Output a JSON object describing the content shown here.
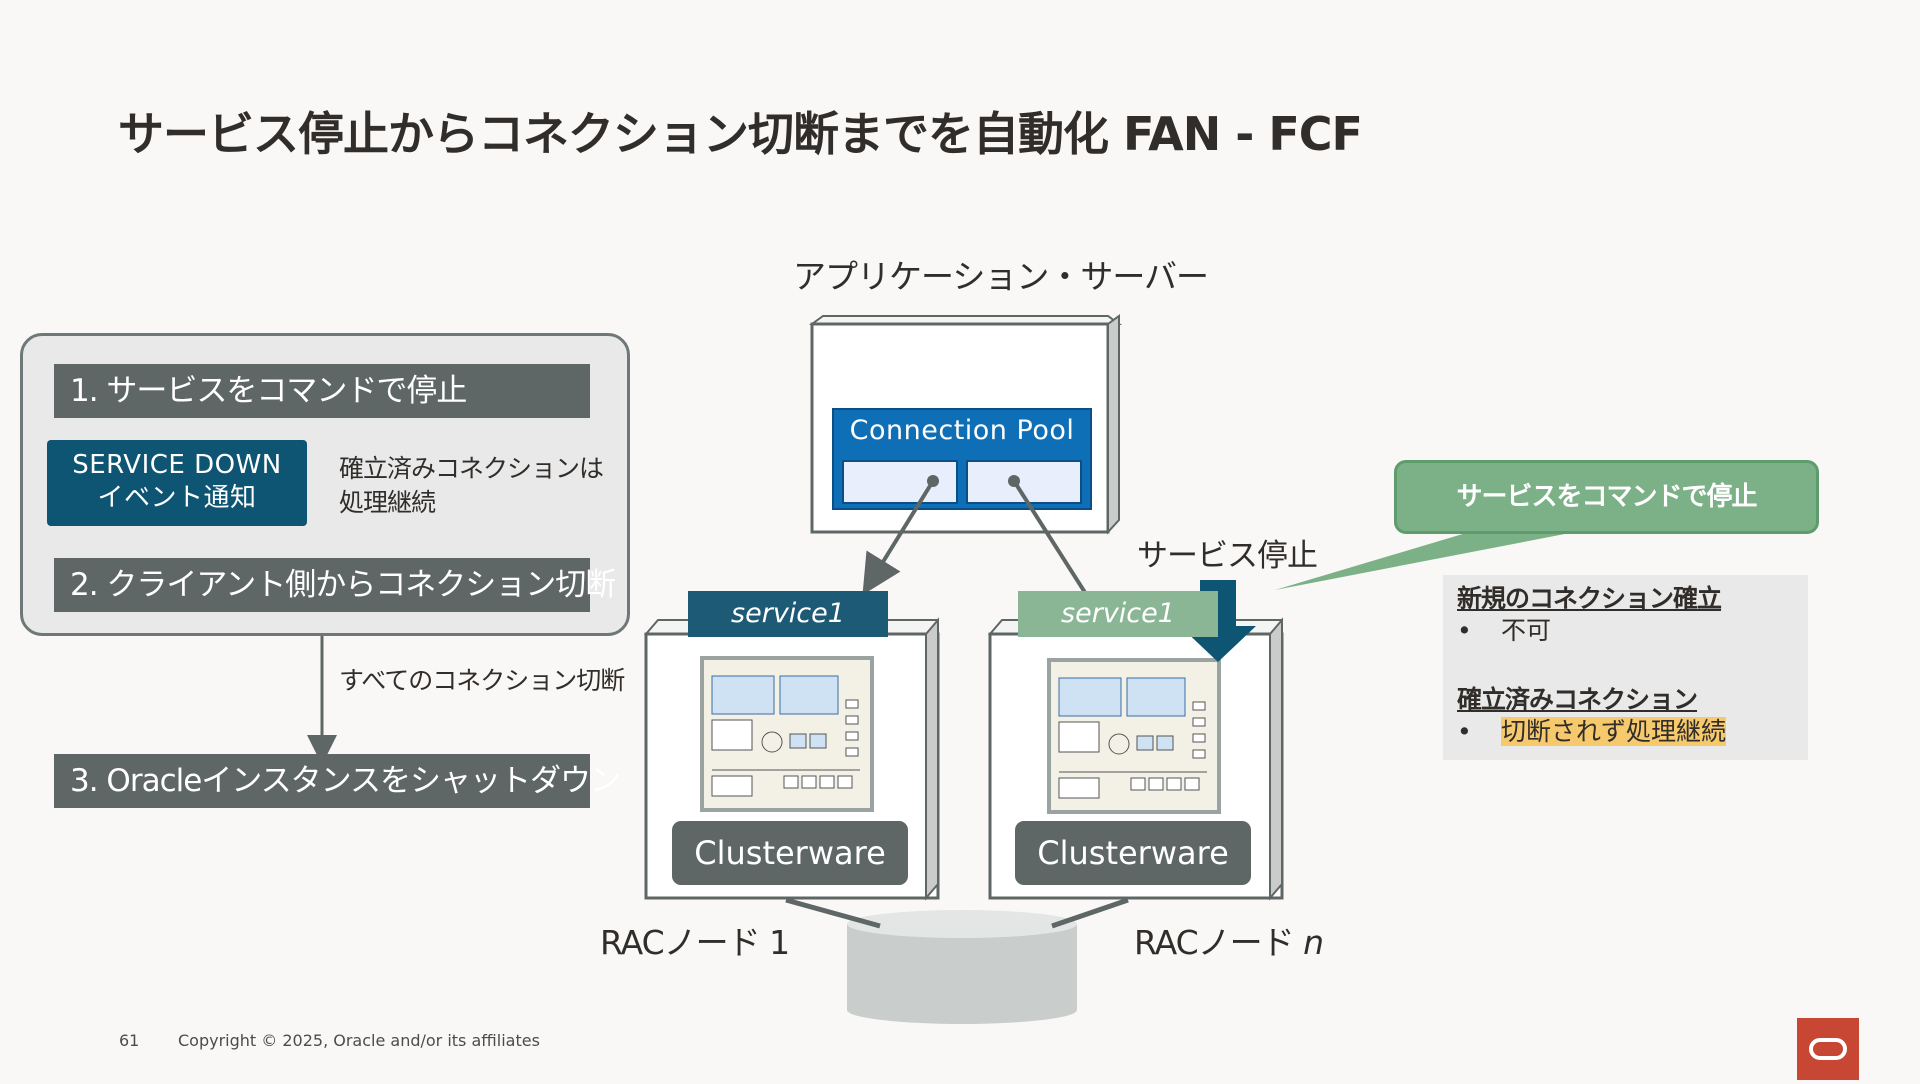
{
  "title": "サービス停止からコネクション切断までを自動化 FAN - FCF",
  "flow": {
    "step1": "1. サービスをコマンドで停止",
    "service_down_line1": "SERVICE DOWN",
    "service_down_line2": "イベント通知",
    "note_continue_line1": "確立済みコネクションは",
    "note_continue_line2": "処理継続",
    "step2": "2. クライアント側からコネクション切断",
    "note_disconnect": "すべてのコネクション切断",
    "step3": "3. Oracleインスタンスをシャットダウン"
  },
  "diagram": {
    "app_server_label": "アプリケーション・サーバー",
    "connection_pool_label": "Connection Pool",
    "service1_label": "service1",
    "servicen_label": "service1",
    "service_stop_label": "サービス停止",
    "clusterware1": "Clusterware",
    "clusterwaren": "Clusterware",
    "rac1_label": "RACノード 1",
    "racn_prefix": "RACノード ",
    "racn_suffix": "n"
  },
  "callout": "サービスをコマンドで停止",
  "info": {
    "heading1": "新規のコネクション確立",
    "bullet1": "不可",
    "heading2": "確立済みコネクション",
    "bullet2": "切断されず処理継続",
    "bullet_glyph": "•"
  },
  "footer": {
    "page_number": "61",
    "copyright": "Copyright © 2025, Oracle and/or its affiliates"
  },
  "colors": {
    "oracle_red": "#c74634",
    "dark_teal": "#0e5573",
    "green": "#7cb188",
    "gray_step": "#5f6766",
    "highlight": "#f5c96c"
  }
}
